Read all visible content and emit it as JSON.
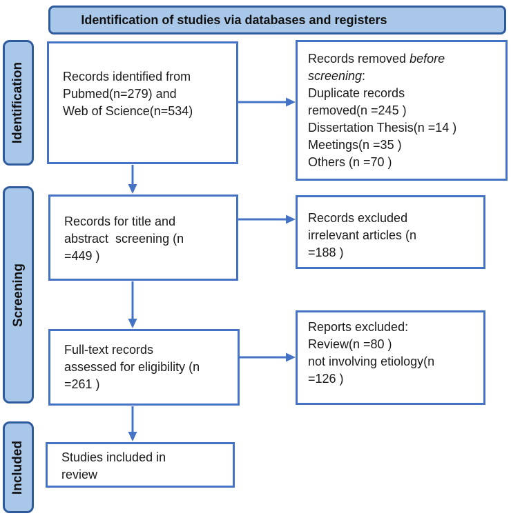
{
  "header": {
    "title": "Identification of studies via databases and registers"
  },
  "stages": [
    {
      "label": "Identification"
    },
    {
      "label": "Screening"
    },
    {
      "label": "Included"
    }
  ],
  "flow": {
    "identified": {
      "text": "Records identified from\nPubmed(n=279) and\nWeb of Science(n=534)"
    },
    "removed": {
      "prefix": "Records removed ",
      "italic_line1": "before",
      "italic_line2": "screening",
      "colon": ":",
      "details": "Duplicate records\nremoved(n =245 )\nDissertation Thesis(n =14 )\nMeetings(n =35 )\nOthers (n =70 )"
    },
    "title_abstract_screening": {
      "text": "Records for title and\nabstract  screening (n\n=449 )"
    },
    "records_excluded": {
      "text": "Records excluded\nirrelevant articles (n\n=188 )"
    },
    "fulltext_assessed": {
      "text": "Full-text records\nassessed for eligibility (n\n=261 )"
    },
    "reports_excluded": {
      "text": "Reports excluded:\nReview(n =80 )\nnot involving etiology(n\n=126 )"
    },
    "included_in_review": {
      "text": "Studies included in\nreview"
    }
  },
  "colors": {
    "accent_border": "#4472c4",
    "arrow": "#4472c4",
    "stage_fill": "#a9c7e8",
    "stage_border": "#2e5b9e",
    "text": "#1a1a1a",
    "background": "#ffffff"
  }
}
